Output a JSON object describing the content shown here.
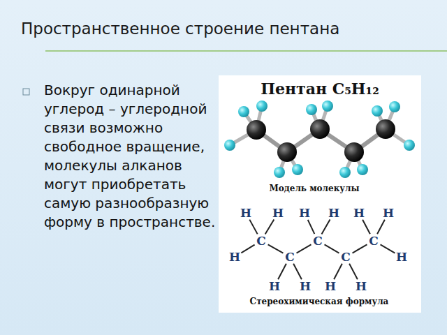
{
  "diagram": {
    "title": "Пространственное строение пентана",
    "labels": [
      "Вокруг одинарной углерод – углеродной связи возможно свободное вращение, молекулы алканов могут приобретать самую разнообразную форму в пространстве.",
      "Пентан C₅H₁₂",
      "Модель молекулы",
      "H",
      "H",
      "H",
      "H",
      "H",
      "H",
      "C",
      "C",
      "C",
      "C",
      "C",
      "H",
      "H",
      "H",
      "H",
      "H",
      "H",
      "Стереохимическая формула"
    ]
  }
}
